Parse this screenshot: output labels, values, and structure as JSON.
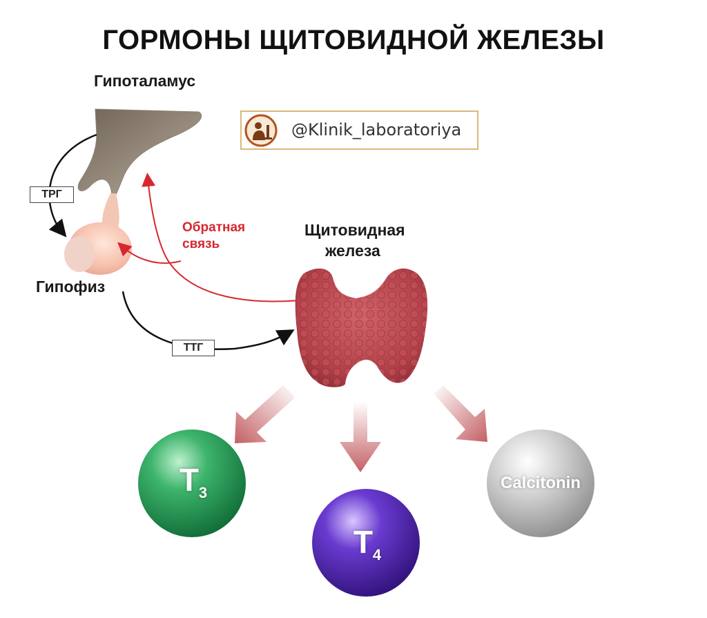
{
  "title": "ГОРМОНЫ ЩИТОВИДНОЙ ЖЕЛЕЗЫ",
  "labels": {
    "hypothalamus": "Гипоталамус",
    "pituitary": "Гипофиз",
    "thyroid_line1": "Щитовидная",
    "thyroid_line2": "железа",
    "feedback_line1": "Обратная",
    "feedback_line2": "связь"
  },
  "arrows": {
    "trh": "ТРГ",
    "tsh": "ТТГ"
  },
  "watermark": {
    "handle": "@Klinik_laboratoriya"
  },
  "hormones": [
    {
      "symbol": "T",
      "sub": "3",
      "color": "#2e9e58"
    },
    {
      "symbol": "T",
      "sub": "4",
      "color": "#5b2fb0"
    },
    {
      "name": "Calcitonin",
      "color": "#bdbdbd"
    }
  ],
  "colors": {
    "feedback": "#d7272e",
    "thyroid": "#b8454a",
    "arrow_fade": "#c46064"
  }
}
